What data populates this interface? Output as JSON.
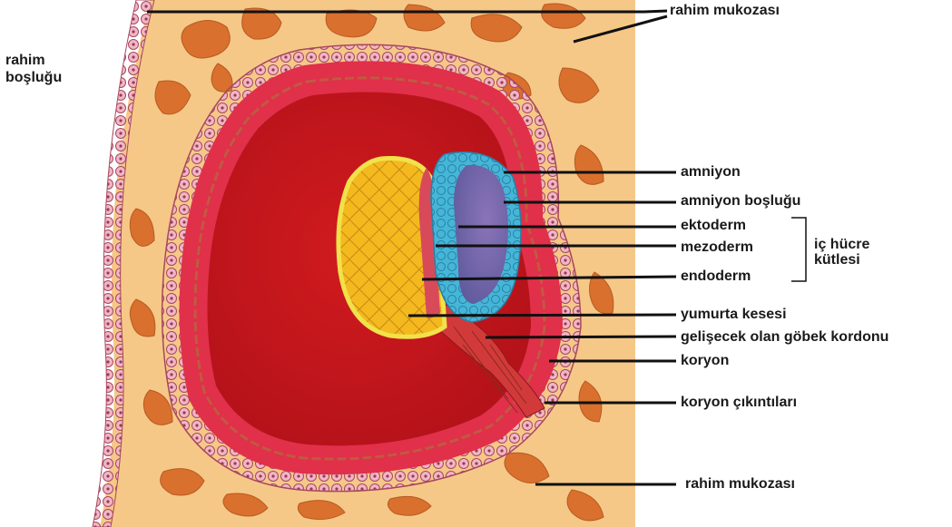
{
  "labels": {
    "uterine_mucosa_top": "rahim mukozası",
    "uterine_cavity_line1": "rahim",
    "uterine_cavity_line2": "boşluğu",
    "amnion": "amniyon",
    "amniotic_cavity": "amniyon boşluğu",
    "ectoderm": "ektoderm",
    "mesoderm": "mezoderm",
    "endoderm": "endoderm",
    "inner_cell_mass_line1": "iç hücre",
    "inner_cell_mass_line2": "kütlesi",
    "yolk_sac": "yumurta kesesi",
    "umbilical_cord": "gelişecek olan göbek kordonu",
    "chorion": "koryon",
    "chorionic_villi": "koryon çıkıntıları",
    "uterine_mucosa_bottom": "rahim mukozası"
  },
  "colors": {
    "mucosa": "#f5c887",
    "mucosa_blob": "#d9702e",
    "epithelium": "#e8a6b8",
    "chorion_ring": "#e0304a",
    "cavity": "#c8161b",
    "yolk": "#f2b51a",
    "amnion_blue": "#42b3d6",
    "amniotic_cavity": "#7a6aaa"
  }
}
